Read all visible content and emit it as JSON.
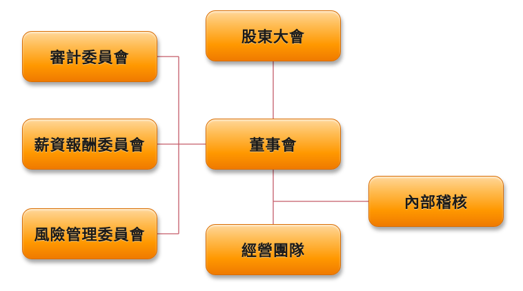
{
  "nodes": {
    "audit_committee": "審計委員會",
    "compensation_committee": "薪資報酬委員會",
    "risk_committee": "風險管理委員會",
    "shareholders_meeting": "股東大會",
    "board_of_directors": "董事會",
    "management_team": "經營團隊",
    "internal_audit": "內部稽核"
  },
  "colors": {
    "connector": "#c45a68",
    "node_fill": "#ff9800",
    "node_text": "#1a1a1a"
  },
  "edges": [
    [
      "shareholders_meeting",
      "board_of_directors"
    ],
    [
      "audit_committee",
      "board_of_directors"
    ],
    [
      "compensation_committee",
      "board_of_directors"
    ],
    [
      "risk_committee",
      "board_of_directors"
    ],
    [
      "board_of_directors",
      "management_team"
    ],
    [
      "board_of_directors",
      "internal_audit"
    ]
  ]
}
